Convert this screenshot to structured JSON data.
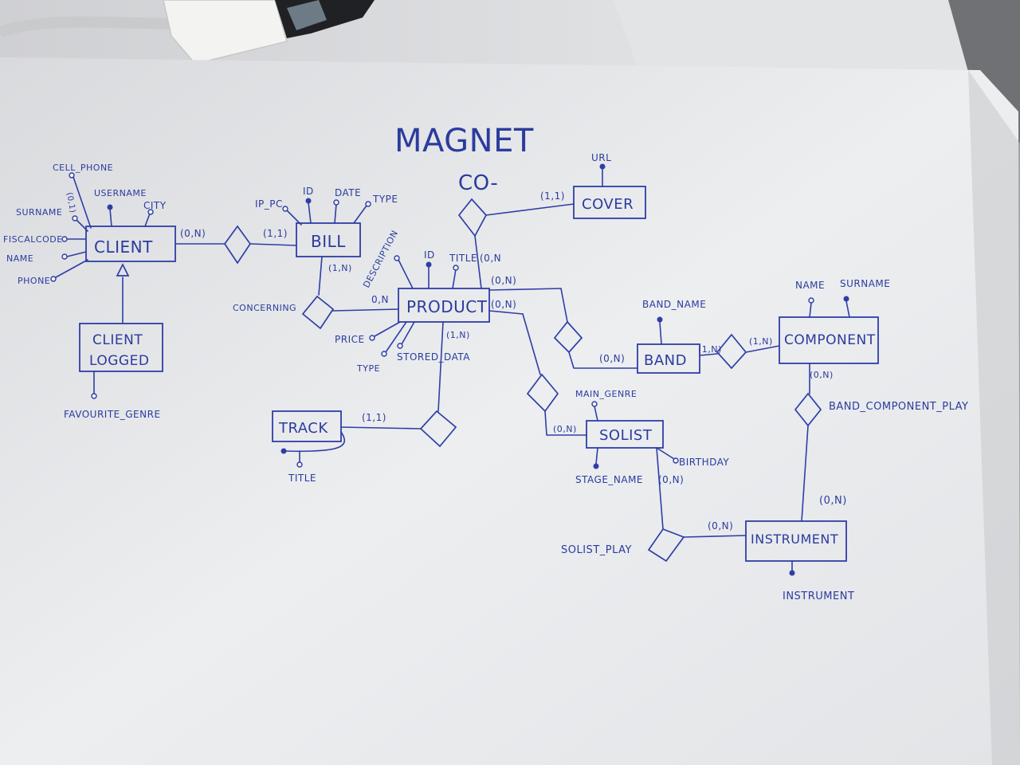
{
  "diagram": {
    "title": "MAGNET",
    "fragment": "CO-",
    "entities": {
      "client": "CLIENT",
      "client_logged_1": "CLIENT",
      "client_logged_2": "LOGGED",
      "bill": "BILL",
      "cover": "COVER",
      "product": "PRODUCT",
      "band": "BAND",
      "component": "COMPONENT",
      "solist": "SOLIST",
      "track": "TRACK",
      "instrument": "INSTRUMENT"
    },
    "attributes": {
      "cell_phone": "CELL_PHONE",
      "username": "USERNAME",
      "surname_client": "SURNAME",
      "city": "CITY",
      "fiscalcode": "FISCALCODE",
      "name_client": "NAME",
      "phone": "PHONE",
      "favourite_genre": "FAVOURITE_GENRE",
      "ip_pc": "IP_PC",
      "bill_id": "ID",
      "date": "DATE",
      "bill_type": "TYPE",
      "url": "URL",
      "description": "DESCRIPTION",
      "product_id": "ID",
      "title_product": "TITLE",
      "price": "PRICE",
      "product_type": "TYPE",
      "stored_data": "STORED_DATA",
      "band_name": "BAND_NAME",
      "name_component": "NAME",
      "surname_component": "SURNAME",
      "main_genre": "MAIN_GENRE",
      "birthday": "BIRTHDAY",
      "stage_name": "STAGE_NAME",
      "track_title": "TITLE",
      "instrument_attr": "INSTRUMENT"
    },
    "relationships": {
      "concerning": "CONCERNING",
      "band_component_play": "BAND_COMPONENT_PLAY",
      "solist_play": "SOLIST_PLAY"
    },
    "cardinalities": {
      "client_bill": "(0,N)",
      "bill_client": "(1,1)",
      "bill_concerning": "(1,N)",
      "product_concerning": "0,N",
      "product_cover": "(0,N",
      "cover_rel": "(1,1)",
      "product_band": "(0,N)",
      "product_solist": "(0,N)",
      "product_track": "(1,N)",
      "band_product": "(0,N)",
      "band_component": "(1,N)",
      "component_band": "(1,N)",
      "component_play": "(0,N)",
      "solist_product": "(0,N)",
      "solist_play": "(0,N)",
      "instrument_component": "(0,N)",
      "instrument_solist": "(0,N)",
      "track_rel": "(1,1)"
    }
  }
}
